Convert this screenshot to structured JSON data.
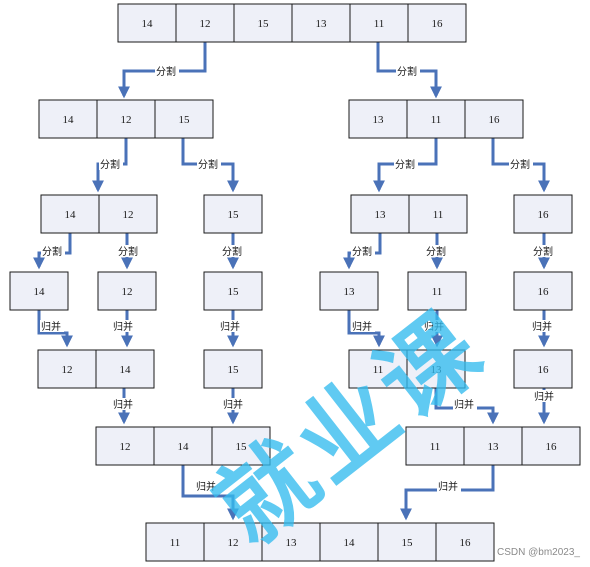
{
  "diagram": {
    "colors": {
      "cell_fill": "#eef0f8",
      "cell_stroke": "#1a1a1a",
      "arrow": "#4a72b8",
      "watermark": "#33bbee"
    },
    "labels": {
      "split": "分割",
      "merge": "归并"
    },
    "rows": [
      {
        "id": "r0",
        "groups": [
          {
            "id": "g0",
            "values": [
              "14",
              "12",
              "15",
              "13",
              "11",
              "16"
            ]
          }
        ]
      },
      {
        "id": "r1",
        "groups": [
          {
            "id": "g1a",
            "values": [
              "14",
              "12",
              "15"
            ]
          },
          {
            "id": "g1b",
            "values": [
              "13",
              "11",
              "16"
            ]
          }
        ]
      },
      {
        "id": "r2",
        "groups": [
          {
            "id": "g2a",
            "values": [
              "14",
              "12"
            ]
          },
          {
            "id": "g2b",
            "values": [
              "15"
            ]
          },
          {
            "id": "g2c",
            "values": [
              "13",
              "11"
            ]
          },
          {
            "id": "g2d",
            "values": [
              "16"
            ]
          }
        ]
      },
      {
        "id": "r3",
        "groups": [
          {
            "id": "g3a",
            "values": [
              "14"
            ]
          },
          {
            "id": "g3b",
            "values": [
              "12"
            ]
          },
          {
            "id": "g3c",
            "values": [
              "15"
            ]
          },
          {
            "id": "g3d",
            "values": [
              "13"
            ]
          },
          {
            "id": "g3e",
            "values": [
              "11"
            ]
          },
          {
            "id": "g3f",
            "values": [
              "16"
            ]
          }
        ]
      },
      {
        "id": "r4",
        "groups": [
          {
            "id": "g4a",
            "values": [
              "12",
              "14"
            ]
          },
          {
            "id": "g4b",
            "values": [
              "15"
            ]
          },
          {
            "id": "g4c",
            "values": [
              "11",
              "13"
            ]
          },
          {
            "id": "g4d",
            "values": [
              "16"
            ]
          }
        ]
      },
      {
        "id": "r5",
        "groups": [
          {
            "id": "g5a",
            "values": [
              "12",
              "14",
              "15"
            ]
          },
          {
            "id": "g5b",
            "values": [
              "11",
              "13",
              "16"
            ]
          }
        ]
      },
      {
        "id": "r6",
        "groups": [
          {
            "id": "g6",
            "values": [
              "11",
              "12",
              "13",
              "14",
              "15",
              "16"
            ]
          }
        ]
      }
    ],
    "edges": [
      {
        "id": "e01",
        "kind": "split"
      },
      {
        "id": "e02",
        "kind": "split"
      },
      {
        "id": "e03",
        "kind": "split"
      },
      {
        "id": "e04",
        "kind": "split"
      },
      {
        "id": "e05",
        "kind": "split"
      },
      {
        "id": "e06",
        "kind": "split"
      },
      {
        "id": "e07",
        "kind": "split"
      },
      {
        "id": "e08",
        "kind": "split"
      },
      {
        "id": "e09",
        "kind": "split"
      },
      {
        "id": "e10",
        "kind": "split"
      },
      {
        "id": "e11",
        "kind": "split"
      },
      {
        "id": "e12",
        "kind": "split"
      },
      {
        "id": "e13",
        "kind": "merge"
      },
      {
        "id": "e14",
        "kind": "merge"
      },
      {
        "id": "e15",
        "kind": "merge"
      },
      {
        "id": "e16",
        "kind": "merge"
      },
      {
        "id": "e17",
        "kind": "merge"
      },
      {
        "id": "e18",
        "kind": "merge"
      },
      {
        "id": "e19",
        "kind": "merge"
      },
      {
        "id": "e20",
        "kind": "merge"
      },
      {
        "id": "e21",
        "kind": "merge"
      },
      {
        "id": "e22",
        "kind": "merge"
      },
      {
        "id": "e23",
        "kind": "merge"
      },
      {
        "id": "e24",
        "kind": "merge"
      }
    ]
  },
  "watermark": {
    "text": "就业课"
  },
  "credit": "CSDN @bm2023_"
}
